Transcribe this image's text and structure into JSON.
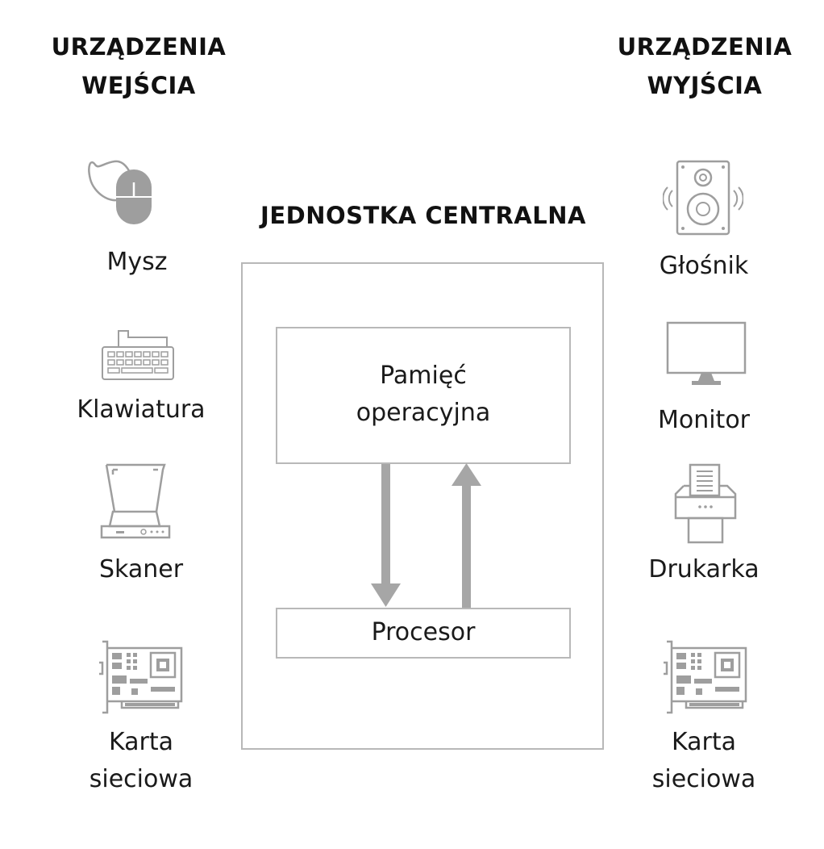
{
  "input_heading": {
    "line1": "URZĄDZENIA",
    "line2": "WEJŚCIA"
  },
  "output_heading": {
    "line1": "URZĄDZENIA",
    "line2": "WYJŚCIA"
  },
  "cpu_heading": "JEDNOSTKA CENTRALNA",
  "input_devices": {
    "mouse": "Mysz",
    "keyboard": "Klawiatura",
    "scanner": "Skaner",
    "nic": {
      "line1": "Karta",
      "line2": "sieciowa"
    }
  },
  "output_devices": {
    "speaker": "Głośnik",
    "monitor": "Monitor",
    "printer": "Drukarka",
    "nic": {
      "line1": "Karta",
      "line2": "sieciowa"
    }
  },
  "memory": {
    "line1": "Pamięć",
    "line2": "operacyjna"
  },
  "processor": "Procesor",
  "colors": {
    "icon_gray": "#9e9e9e",
    "arrow_gray": "#a6a6a6",
    "border_gray": "#b8b8b8",
    "text": "#1a1a1a"
  }
}
